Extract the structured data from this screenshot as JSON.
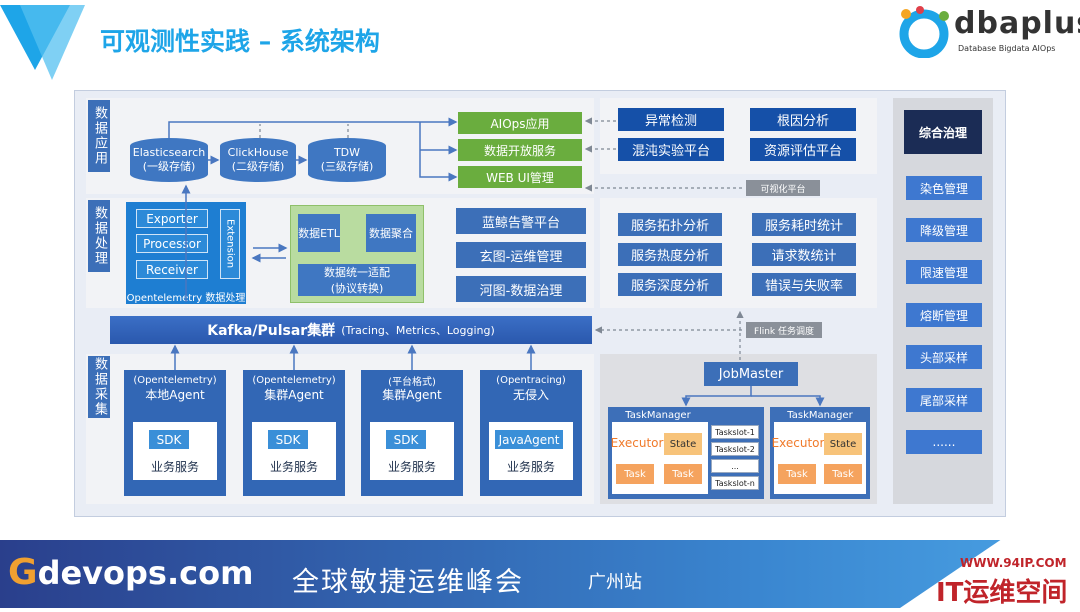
{
  "header": {
    "title": "可观测性实践 – 系统架构",
    "logo_text": "dbaplus",
    "logo_sub": "Database Bigdata AIOps"
  },
  "sections": {
    "app": "数据应用",
    "proc": "数据处理",
    "collect": "数据采集"
  },
  "storage": [
    {
      "name": "Elasticsearch",
      "sub": "(一级存储)"
    },
    {
      "name": "ClickHouse",
      "sub": "(二级存储)"
    },
    {
      "name": "TDW",
      "sub": "(三级存储)"
    }
  ],
  "apps": [
    "AIOps应用",
    "数据开放服务",
    "WEB UI管理"
  ],
  "platforms": [
    "异常检测",
    "根因分析",
    "混沌实验平台",
    "资源评估平台"
  ],
  "tags": {
    "visual": "可视化平台",
    "flink": "Flink 任务调度"
  },
  "otel": {
    "items": [
      "Exporter",
      "Processor",
      "Receiver"
    ],
    "extension": "Extension",
    "label": "Opentelemetry 数据处理"
  },
  "etl": {
    "etl": "数据ETL",
    "agg": "数据聚合",
    "unify1": "数据统一适配",
    "unify2": "(协议转换)"
  },
  "middle": [
    "蓝鲸告警平台",
    "玄图-运维管理",
    "河图-数据治理"
  ],
  "analysis": [
    "服务拓扑分析",
    "服务耗时统计",
    "服务热度分析",
    "请求数统计",
    "服务深度分析",
    "错误与失败率"
  ],
  "kafka": {
    "title": "Kafka/Pulsar集群",
    "sub": "(Tracing、Metrics、Logging)"
  },
  "agents": [
    {
      "top": "(Opentelemetry)",
      "name": "本地Agent",
      "sdk": "SDK",
      "svc": "业务服务"
    },
    {
      "top": "(Opentelemetry)",
      "name": "集群Agent",
      "sdk": "SDK",
      "svc": "业务服务"
    },
    {
      "top": "(平台格式)",
      "name": "集群Agent",
      "sdk": "SDK",
      "svc": "业务服务"
    },
    {
      "top": "(Opentracing)",
      "name": "无侵入",
      "sdk": "JavaAgent",
      "svc": "业务服务"
    }
  ],
  "flink": {
    "jobmaster": "JobMaster",
    "tm": "TaskManager",
    "executor": "Executor",
    "state": "State",
    "task": "Task",
    "slots": [
      "Taskslot-1",
      "Taskslot-2",
      "...",
      "Taskslot-n"
    ]
  },
  "governance": {
    "title": "综合治理",
    "items": [
      "染色管理",
      "降级管理",
      "限速管理",
      "熔断管理",
      "头部采样",
      "尾部采样",
      "......"
    ]
  },
  "footer": {
    "brand_g": "G",
    "brand": "devops.com",
    "event": "全球敏捷运维峰会",
    "city": "广州站",
    "site": "WWW.94IP.COM",
    "site_name": "IT运维空间"
  }
}
